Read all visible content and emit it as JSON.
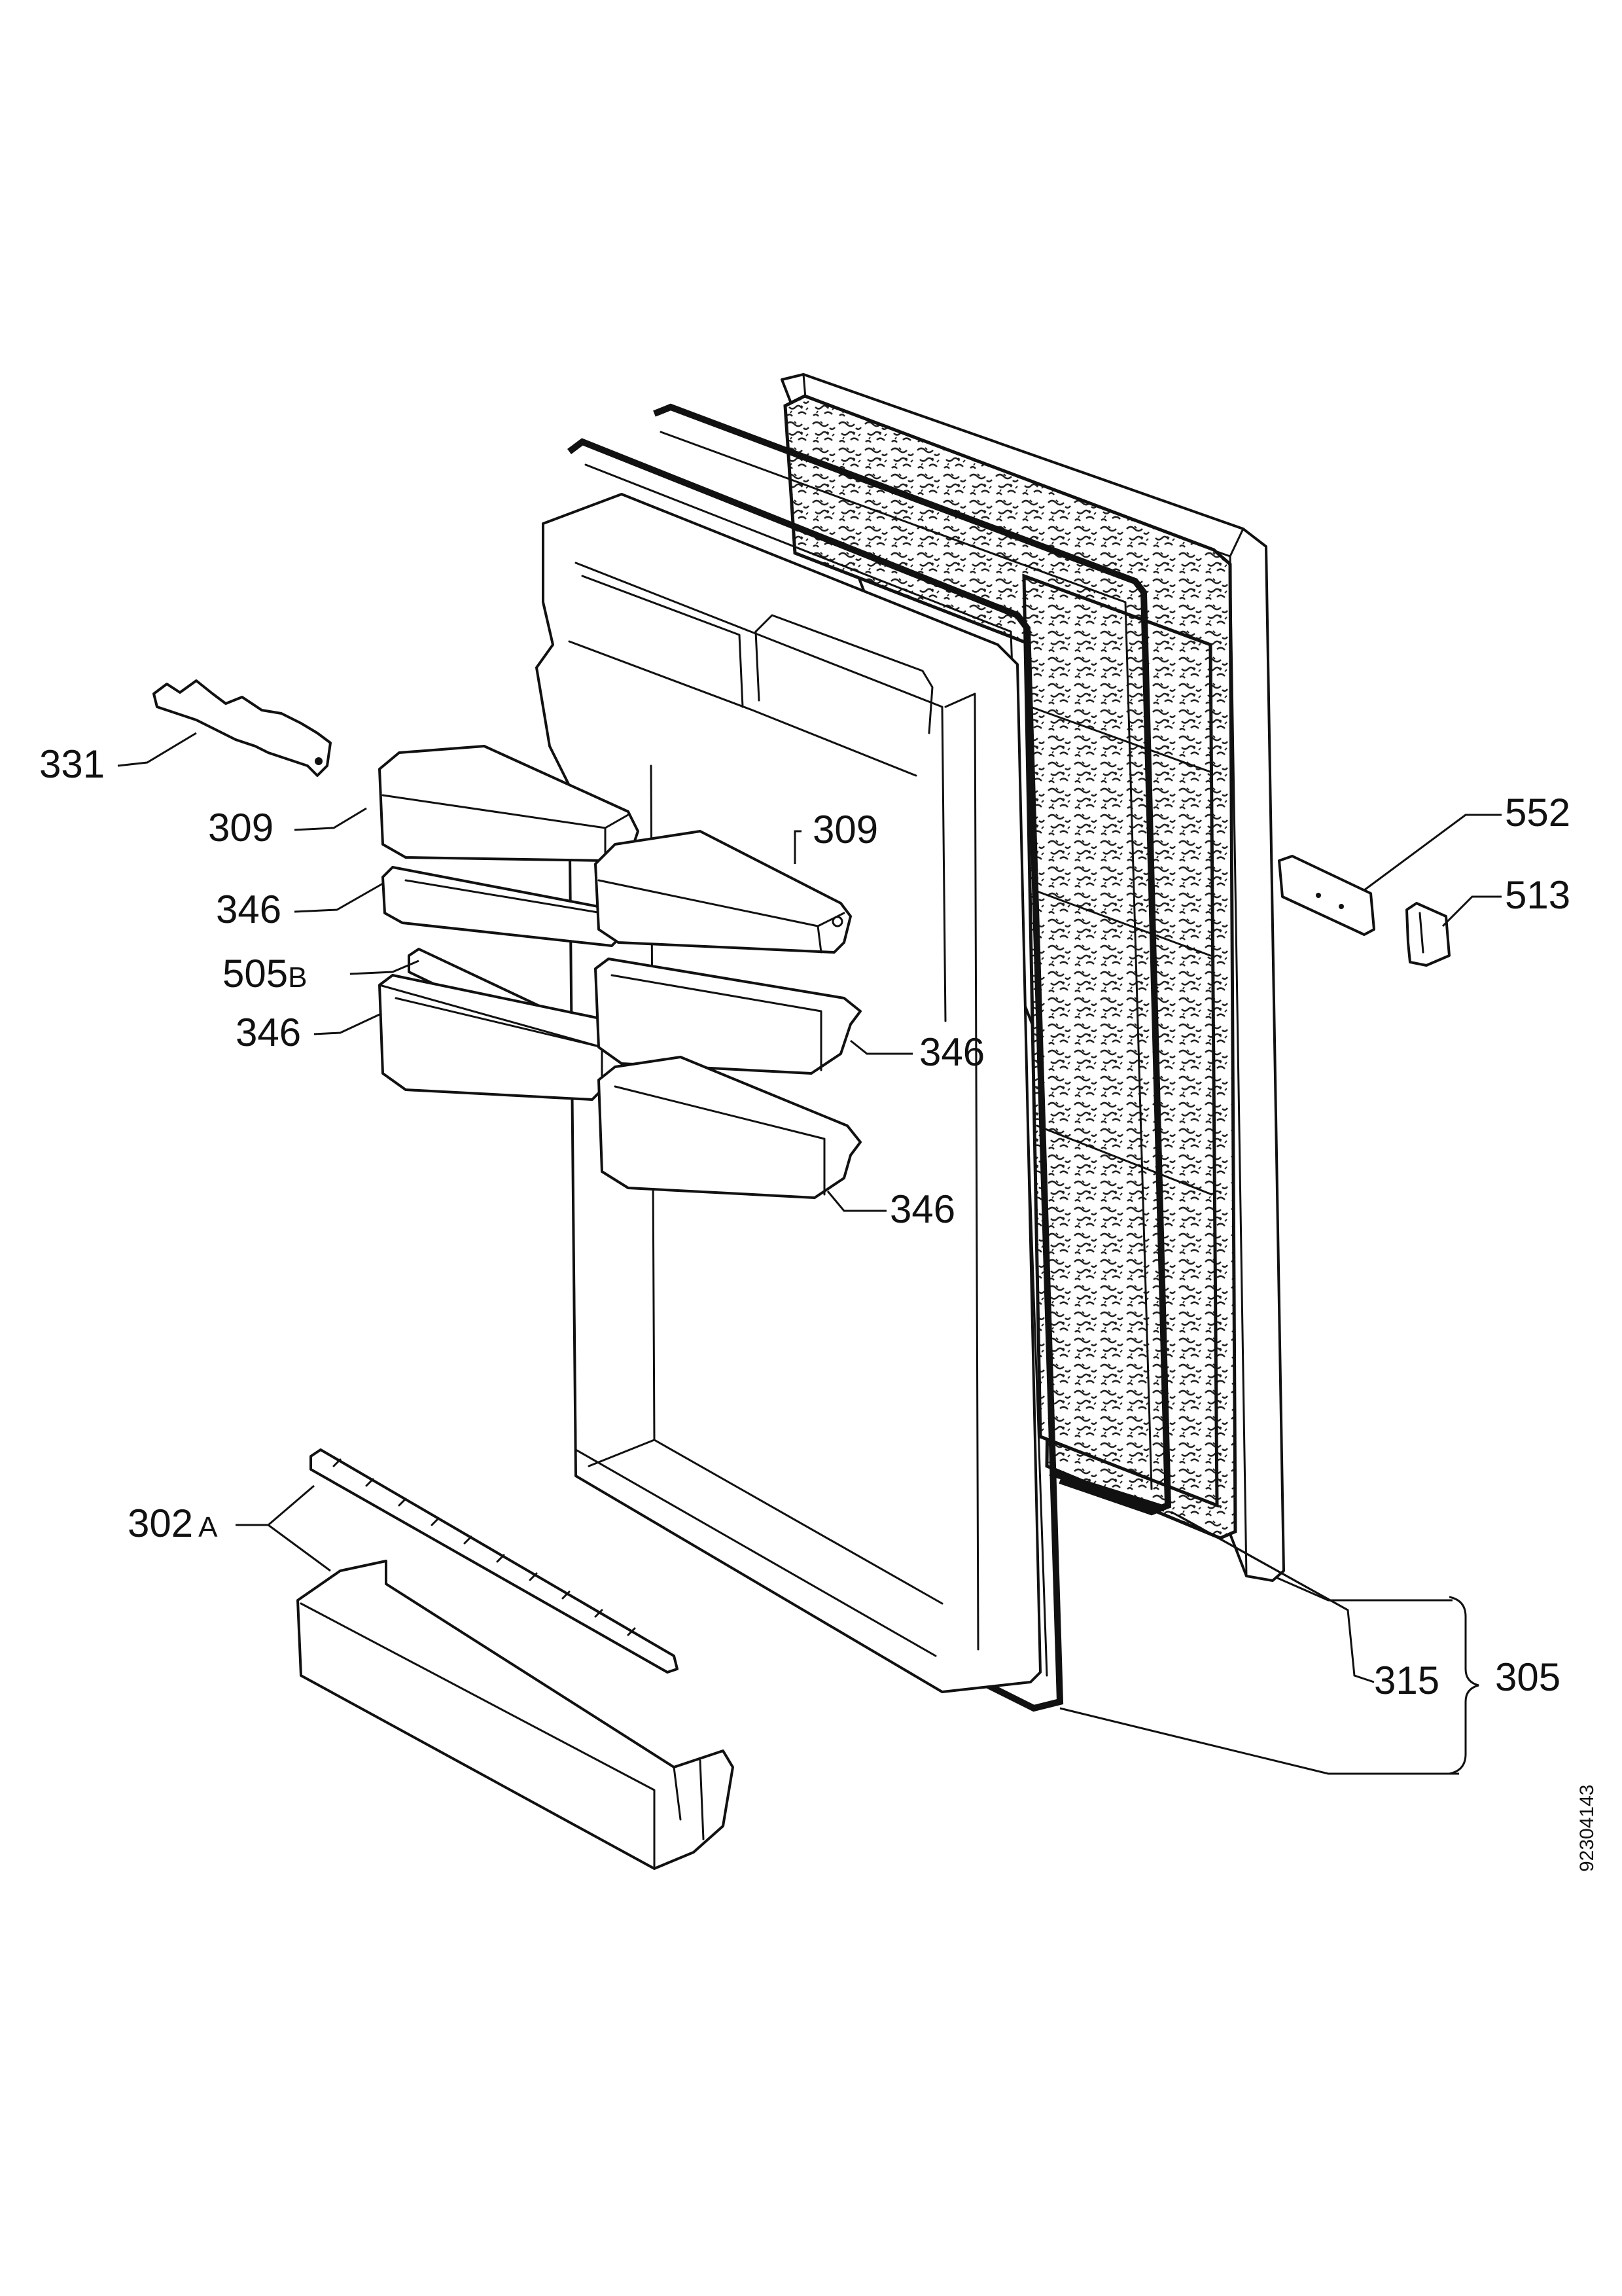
{
  "diagram": {
    "labels": {
      "p331": "331",
      "p309a": "309",
      "p309b": "309",
      "p552": "552",
      "p513": "513",
      "p346a": "346",
      "p346b": "346",
      "p346c": "346",
      "p346d": "346",
      "p505_num": "505",
      "p505_suffix": "B",
      "p302_num": "302",
      "p302_suffix": "A",
      "p315": "315",
      "p305": "305"
    },
    "doc_id": "92304143"
  }
}
